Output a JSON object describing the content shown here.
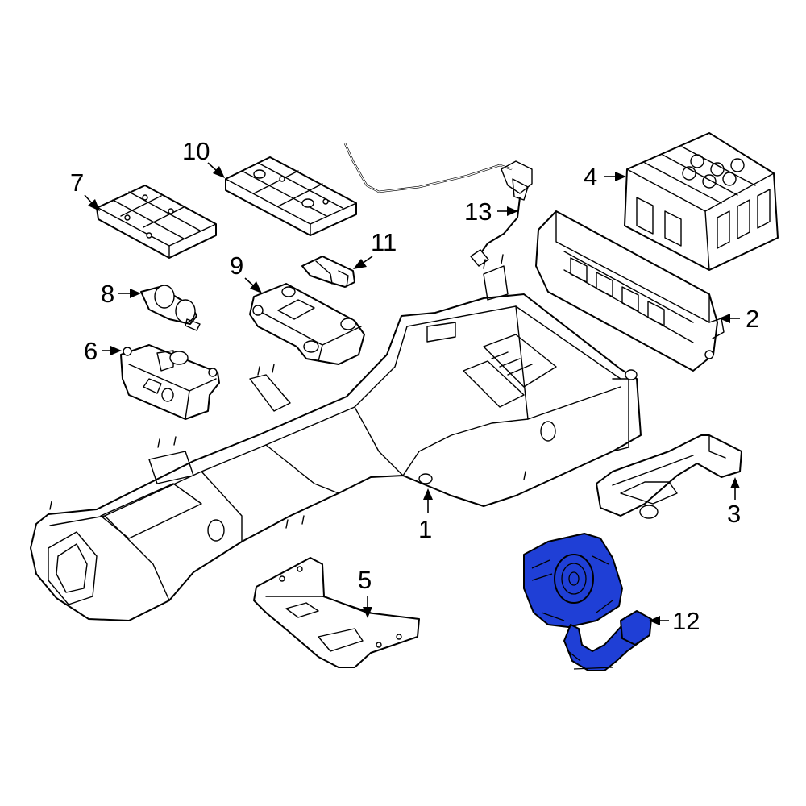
{
  "colors": {
    "background": "#ffffff",
    "line": "#000000",
    "highlight": "#1f3fd6"
  },
  "callouts": [
    {
      "id": "1",
      "label": "1"
    },
    {
      "id": "2",
      "label": "2"
    },
    {
      "id": "3",
      "label": "3"
    },
    {
      "id": "4",
      "label": "4"
    },
    {
      "id": "5",
      "label": "5"
    },
    {
      "id": "6",
      "label": "6"
    },
    {
      "id": "7",
      "label": "7"
    },
    {
      "id": "8",
      "label": "8"
    },
    {
      "id": "9",
      "label": "9"
    },
    {
      "id": "10",
      "label": "10"
    },
    {
      "id": "11",
      "label": "11"
    },
    {
      "id": "12",
      "label": "12"
    },
    {
      "id": "13",
      "label": "13"
    }
  ],
  "highlighted_part": "12"
}
